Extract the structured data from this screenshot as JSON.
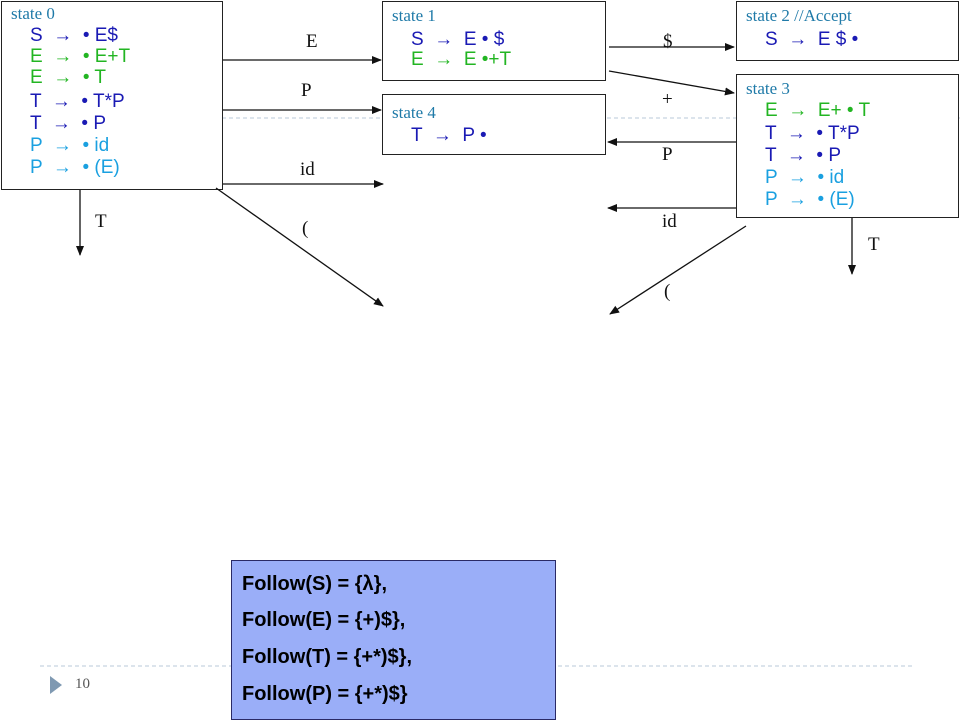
{
  "states": [
    {
      "id": "state0",
      "title": "state 0",
      "rules": [
        {
          "lhs": "S",
          "arrow": "→",
          "rhs": "• E$",
          "color": "#1a1ab4"
        },
        {
          "lhs": "E",
          "arrow": "→",
          "rhs": "• E+T",
          "color": "#22b522"
        },
        {
          "lhs": "E",
          "arrow": "→",
          "rhs": "• T",
          "color": "#22b522"
        },
        {
          "lhs": "T",
          "arrow": "→",
          "rhs": "• T*P",
          "color": "#1a1ab4"
        },
        {
          "lhs": "T",
          "arrow": "→",
          "rhs": "• P",
          "color": "#1a1ab4"
        },
        {
          "lhs": "P",
          "arrow": "→",
          "rhs": "• id",
          "color": "#1aa0e0"
        },
        {
          "lhs": "P",
          "arrow": "→",
          "rhs": "• (E)",
          "color": "#1aa0e0"
        }
      ]
    },
    {
      "id": "state1",
      "title": "state 1",
      "rules": [
        {
          "lhs": "S",
          "arrow": "→",
          "rhs": "E • $",
          "color": "#1a1ab4"
        },
        {
          "lhs": "E",
          "arrow": "→",
          "rhs": "E •+T",
          "color": "#22b522"
        }
      ]
    },
    {
      "id": "state2",
      "title": "state 2  //Accept",
      "rules": [
        {
          "lhs": "S",
          "arrow": "→",
          "rhs": "E $ •",
          "color": "#1a1ab4"
        }
      ]
    },
    {
      "id": "state3",
      "title": "state 3",
      "rules": [
        {
          "lhs": "E",
          "arrow": "→",
          "rhs": "E+ • T",
          "color": "#22b522"
        },
        {
          "lhs": "T",
          "arrow": "→",
          "rhs": "• T*P",
          "color": "#1a1ab4"
        },
        {
          "lhs": "T",
          "arrow": "→",
          "rhs": "• P",
          "color": "#1a1ab4"
        },
        {
          "lhs": "P",
          "arrow": "→",
          "rhs": "• id",
          "color": "#1aa0e0"
        },
        {
          "lhs": "P",
          "arrow": "→",
          "rhs": "• (E)",
          "color": "#1aa0e0"
        }
      ]
    },
    {
      "id": "state4",
      "title": "state 4",
      "rules": [
        {
          "lhs": "T",
          "arrow": "→",
          "rhs": "P •",
          "color": "#1a1ab4"
        }
      ]
    }
  ],
  "edge_labels": {
    "s0_E": "E",
    "s0_P": "P",
    "s0_id": "id",
    "s0_lparen": "(",
    "s0_T": "T",
    "s1_dollar": "$",
    "s1_plus": "+",
    "s3_P": "P",
    "s3_id": "id",
    "s3_lparen": "(",
    "s3_T": "T"
  },
  "follow": [
    "Follow(S) = {λ},",
    "Follow(E) = {+)$},",
    "Follow(T) = {+*)$},",
    "Follow(P) = {+*)$}"
  ],
  "page_number": "10",
  "colors": {
    "follow_bg": "#9aaef8",
    "title_blue": "#1f7aa8"
  }
}
